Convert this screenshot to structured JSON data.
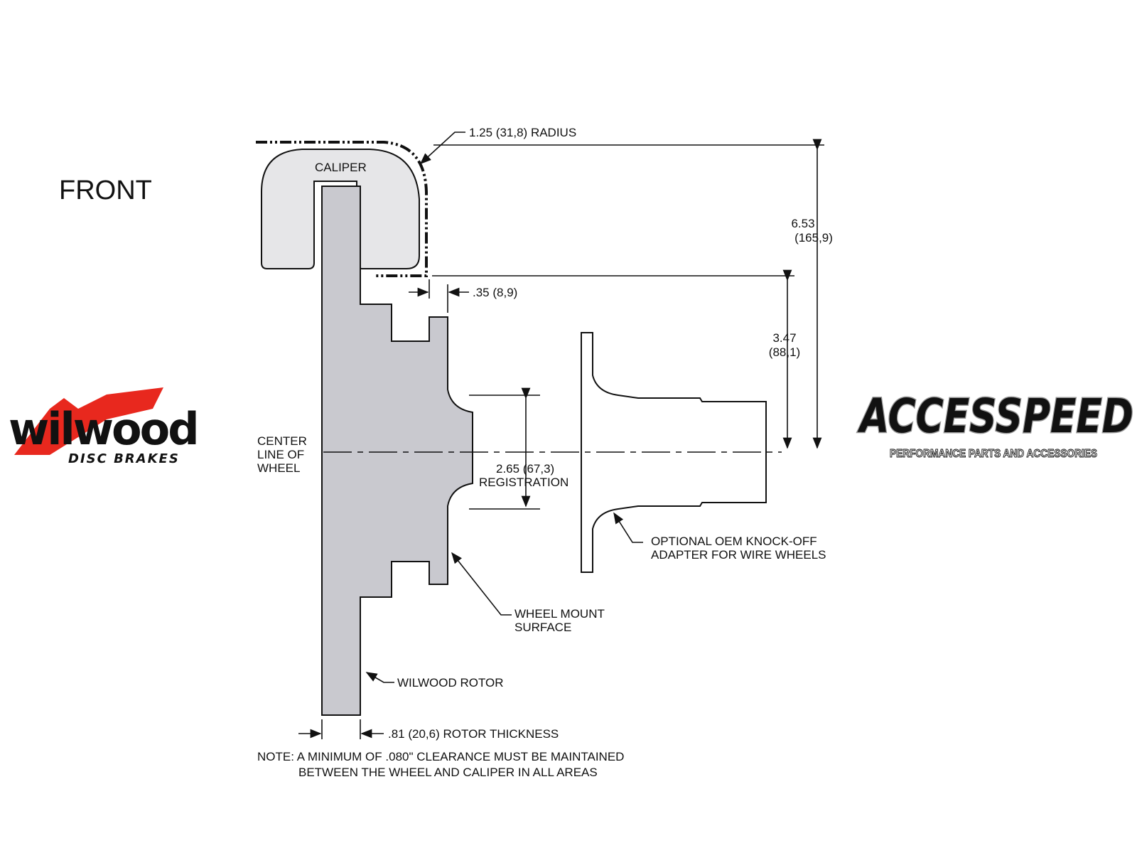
{
  "title": "FRONT",
  "labels": {
    "caliper": "CALIPER",
    "radius": "1.25 (31,8) RADIUS",
    "overall_height": [
      "6.53",
      "(165,9)"
    ],
    "hub_height": [
      "3.47",
      "(88,1)"
    ],
    "clearance": ".35 (8,9)",
    "center_line": [
      "CENTER",
      "LINE OF",
      "WHEEL"
    ],
    "registration": [
      "2.65 (67,3)",
      "REGISTRATION"
    ],
    "adapter": [
      "OPTIONAL OEM KNOCK-OFF",
      "ADAPTER FOR WIRE WHEELS"
    ],
    "wheel_mount": [
      "WHEEL MOUNT",
      "SURFACE"
    ],
    "rotor": "WILWOOD ROTOR",
    "rotor_thickness": ".81 (20,6) ROTOR THICKNESS",
    "note": [
      "NOTE: A MINIMUM OF .080\" CLEARANCE MUST BE MAINTAINED",
      "BETWEEN THE WHEEL AND CALIPER IN ALL AREAS"
    ]
  },
  "logos": {
    "wilwood": {
      "name": "wilwood",
      "sub": "DISC BRAKES",
      "accent": "#e8281e"
    },
    "accesspeed": {
      "name": "ACCESSPEED",
      "sub": "PERFORMANCE PARTS AND ACCESSORIES"
    }
  },
  "colors": {
    "caliper_fill": "#e6e6e8",
    "rotor_fill": "#c9c9cf",
    "line": "#111111"
  }
}
